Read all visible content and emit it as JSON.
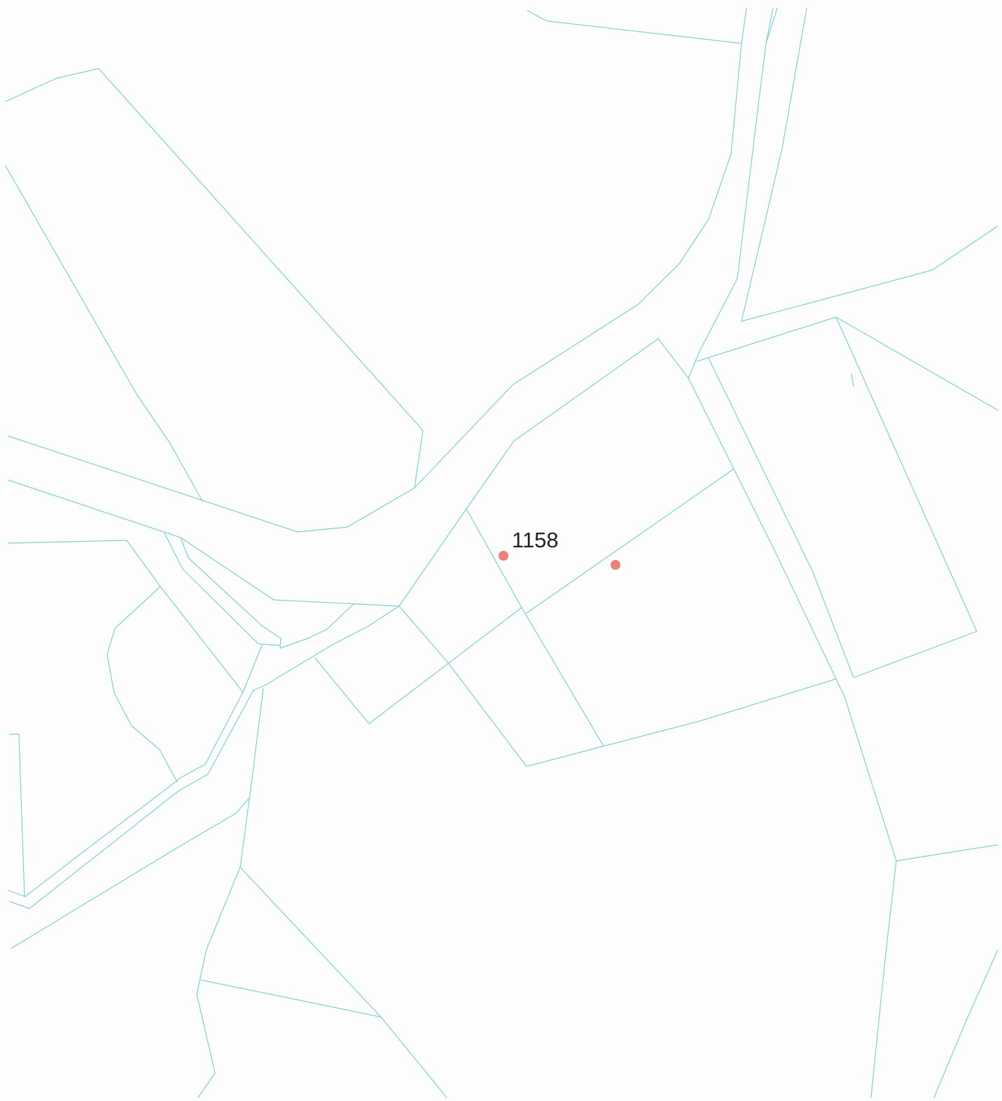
{
  "map": {
    "colors": {
      "background": "#fdfdfd",
      "parcel_line": "#7fcfd3",
      "marker": "#ec7f77",
      "label": "#222222"
    },
    "labels": [
      {
        "text": "1158"
      }
    ],
    "markers": [
      {
        "name": "parcel-point-1158"
      },
      {
        "name": "parcel-point-east"
      }
    ]
  }
}
